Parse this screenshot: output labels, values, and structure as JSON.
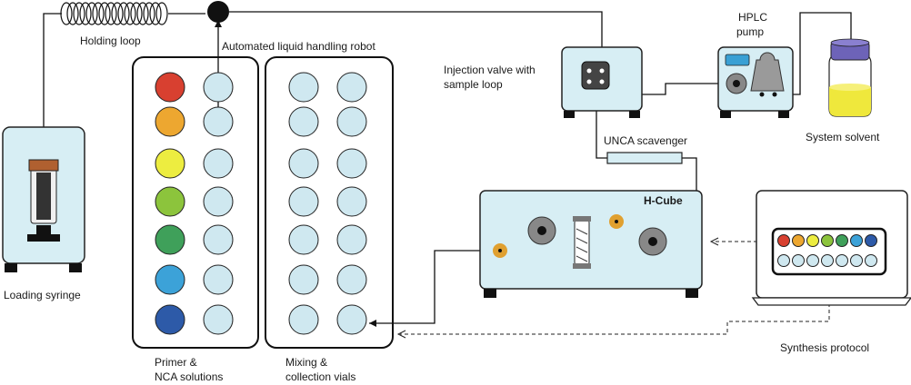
{
  "labels": {
    "holding_loop": "Holding loop",
    "robot": "Automated liquid handling robot",
    "injection_valve_line1": "Injection valve with",
    "injection_valve_line2": "sample loop",
    "hplc_line1": "HPLC",
    "hplc_line2": "pump",
    "system_solvent": "System solvent",
    "unca_scavenger": "UNCA scavenger",
    "h_cube": "H-Cube",
    "loading_syringe": "Loading syringe",
    "primer_line1": "Primer &",
    "primer_line2": "NCA solutions",
    "mixing_line1": "Mixing &",
    "mixing_line2": "collection vials",
    "synthesis_protocol": "Synthesis protocol"
  },
  "colors": {
    "equipment_fill": "#d7eef4",
    "vial_fill": "#cfe8f0",
    "connector": "#e0a030",
    "solvent": "#efe83c",
    "solvent_cap": "#6d63b8",
    "syringe_plunger": "#b06030",
    "primer_vials": [
      "#d84030",
      "#eda730",
      "#eded40",
      "#8cc43c",
      "#3fa05a",
      "#3ca2d8",
      "#2d5aa8"
    ]
  },
  "screen_icon_colors": [
    "#d84030",
    "#eda730",
    "#eded40",
    "#8cc43c",
    "#3fa05a",
    "#3ca2d8",
    "#2d5aa8"
  ]
}
